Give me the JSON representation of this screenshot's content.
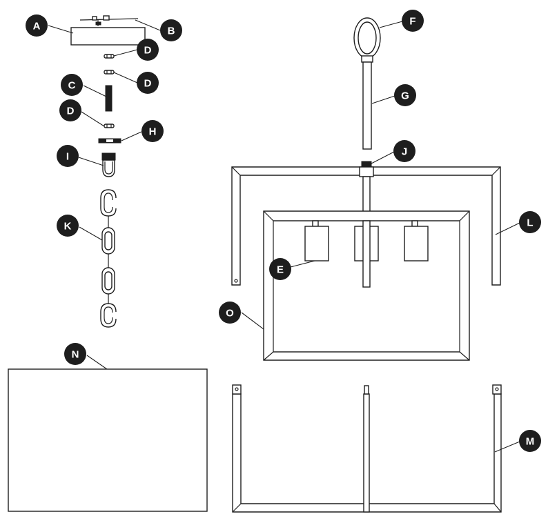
{
  "labels": {
    "a": "A",
    "b": "B",
    "c": "C",
    "d1": "D",
    "d2": "D",
    "d3": "D",
    "e": "E",
    "f": "F",
    "g": "G",
    "h": "H",
    "i": "I",
    "j": "J",
    "k": "K",
    "l": "L",
    "m": "M",
    "n": "N",
    "o": "O"
  },
  "colors": {
    "ink": "#1e1e1e",
    "paper": "#ffffff"
  }
}
